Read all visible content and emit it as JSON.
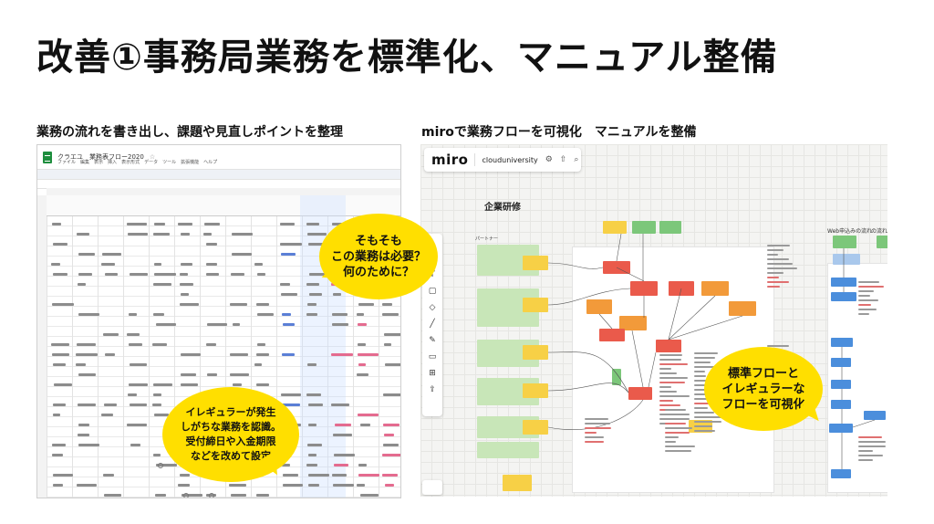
{
  "slide": {
    "title": "改善①事務局業務を標準化、マニュアル整備",
    "left_caption": "業務の流れを書き出し、課題や見直しポイントを整理",
    "right_caption": "miroで業務フローを可視化　マニュアルを整備"
  },
  "spreadsheet": {
    "doc_title": "クラエユ　業務表フロー2020",
    "menu": [
      "ファイル",
      "編集",
      "表示",
      "挿入",
      "表示形式",
      "データ",
      "ツール",
      "拡張機能",
      "ヘルプ"
    ]
  },
  "miro": {
    "logo": "miro",
    "board_name": "clouduniversity",
    "frame_title": "企業研修",
    "partner_label": "パートナー",
    "right_label_1": "Web申込みの流れ",
    "right_label_2": "の流れ"
  },
  "bubbles": {
    "question": [
      "そもそも",
      "この業務は必要？",
      "何のために？"
    ],
    "irregular": [
      "イレギュラーが発生",
      "しがちな業務を認識。",
      "受付締日や入金期限",
      "などを改めて設定"
    ],
    "visualize": [
      "標準フローと",
      "イレギュラーな",
      "フローを可視化"
    ]
  },
  "colors": {
    "bubble": "#ffdf00",
    "sheet_green": "#1e8e3e",
    "note_red": "#ea5a4b",
    "note_yellow": "#f7d046",
    "note_green": "#c8e6b8",
    "note_blue": "#4b8edc"
  }
}
